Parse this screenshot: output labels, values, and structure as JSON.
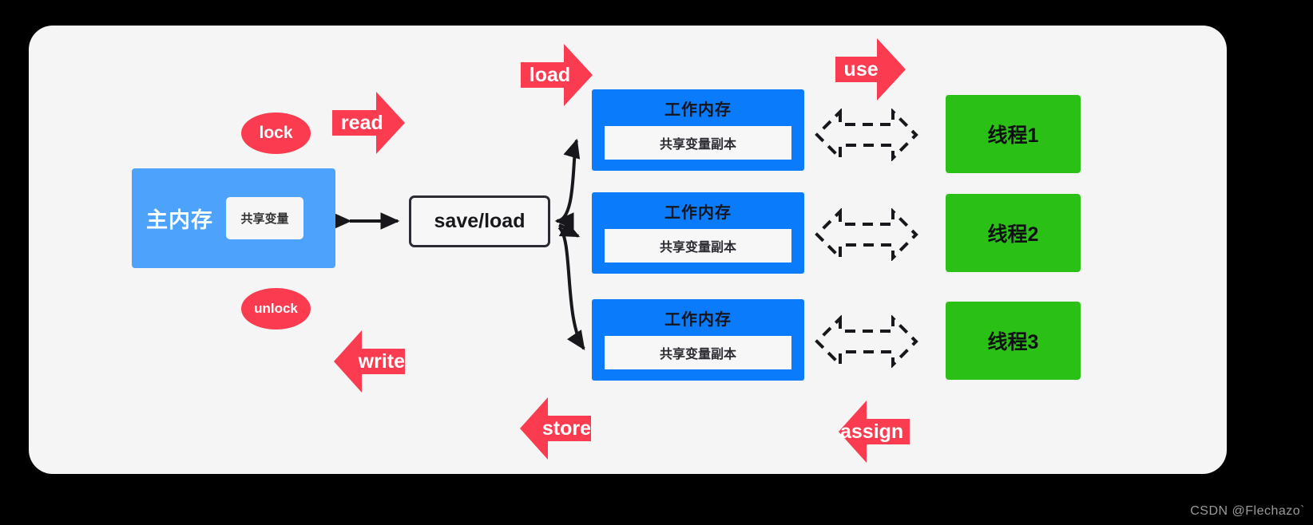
{
  "canvas": {
    "background": "#000000",
    "panel_background": "#f5f5f6",
    "watermark": "CSDN @Flechazo`"
  },
  "palette": {
    "main_memory_blue": "#4da2fb",
    "working_memory_blue": "#0a7cfb",
    "thread_green": "#2ac015",
    "arrow_red": "#fa3b50",
    "outline_black": "#2b2b33",
    "chip_white": "#f6f6f7"
  },
  "main_memory": {
    "title": "主内存",
    "shared_variable": "共享变量"
  },
  "lock_badges": [
    {
      "label": "lock"
    },
    {
      "label": "unlock"
    }
  ],
  "save_load": {
    "label": "save/load"
  },
  "working_memories": [
    {
      "title": "工作内存",
      "copy": "共享变量副本"
    },
    {
      "title": "工作内存",
      "copy": "共享变量副本"
    },
    {
      "title": "工作内存",
      "copy": "共享变量副本"
    }
  ],
  "threads": [
    {
      "label": "线程1"
    },
    {
      "label": "线程2"
    },
    {
      "label": "线程3"
    }
  ],
  "operations": [
    {
      "label": "read",
      "direction": "right"
    },
    {
      "label": "load",
      "direction": "right"
    },
    {
      "label": "use",
      "direction": "right"
    },
    {
      "label": "write",
      "direction": "left"
    },
    {
      "label": "store",
      "direction": "left"
    },
    {
      "label": "assign",
      "direction": "left"
    }
  ],
  "links": [
    {
      "name": "main-memory-to-save-load",
      "style": "solid-double-headed"
    },
    {
      "name": "save-load-to-working-memory-1",
      "style": "curved-double-headed"
    },
    {
      "name": "save-load-to-working-memory-2",
      "style": "curved-double-headed"
    },
    {
      "name": "save-load-to-working-memory-3",
      "style": "curved-double-headed"
    },
    {
      "name": "working-memory-1-to-thread-1",
      "style": "dashed-hollow-double-headed"
    },
    {
      "name": "working-memory-2-to-thread-2",
      "style": "dashed-hollow-double-headed"
    },
    {
      "name": "working-memory-3-to-thread-3",
      "style": "dashed-hollow-double-headed"
    }
  ]
}
